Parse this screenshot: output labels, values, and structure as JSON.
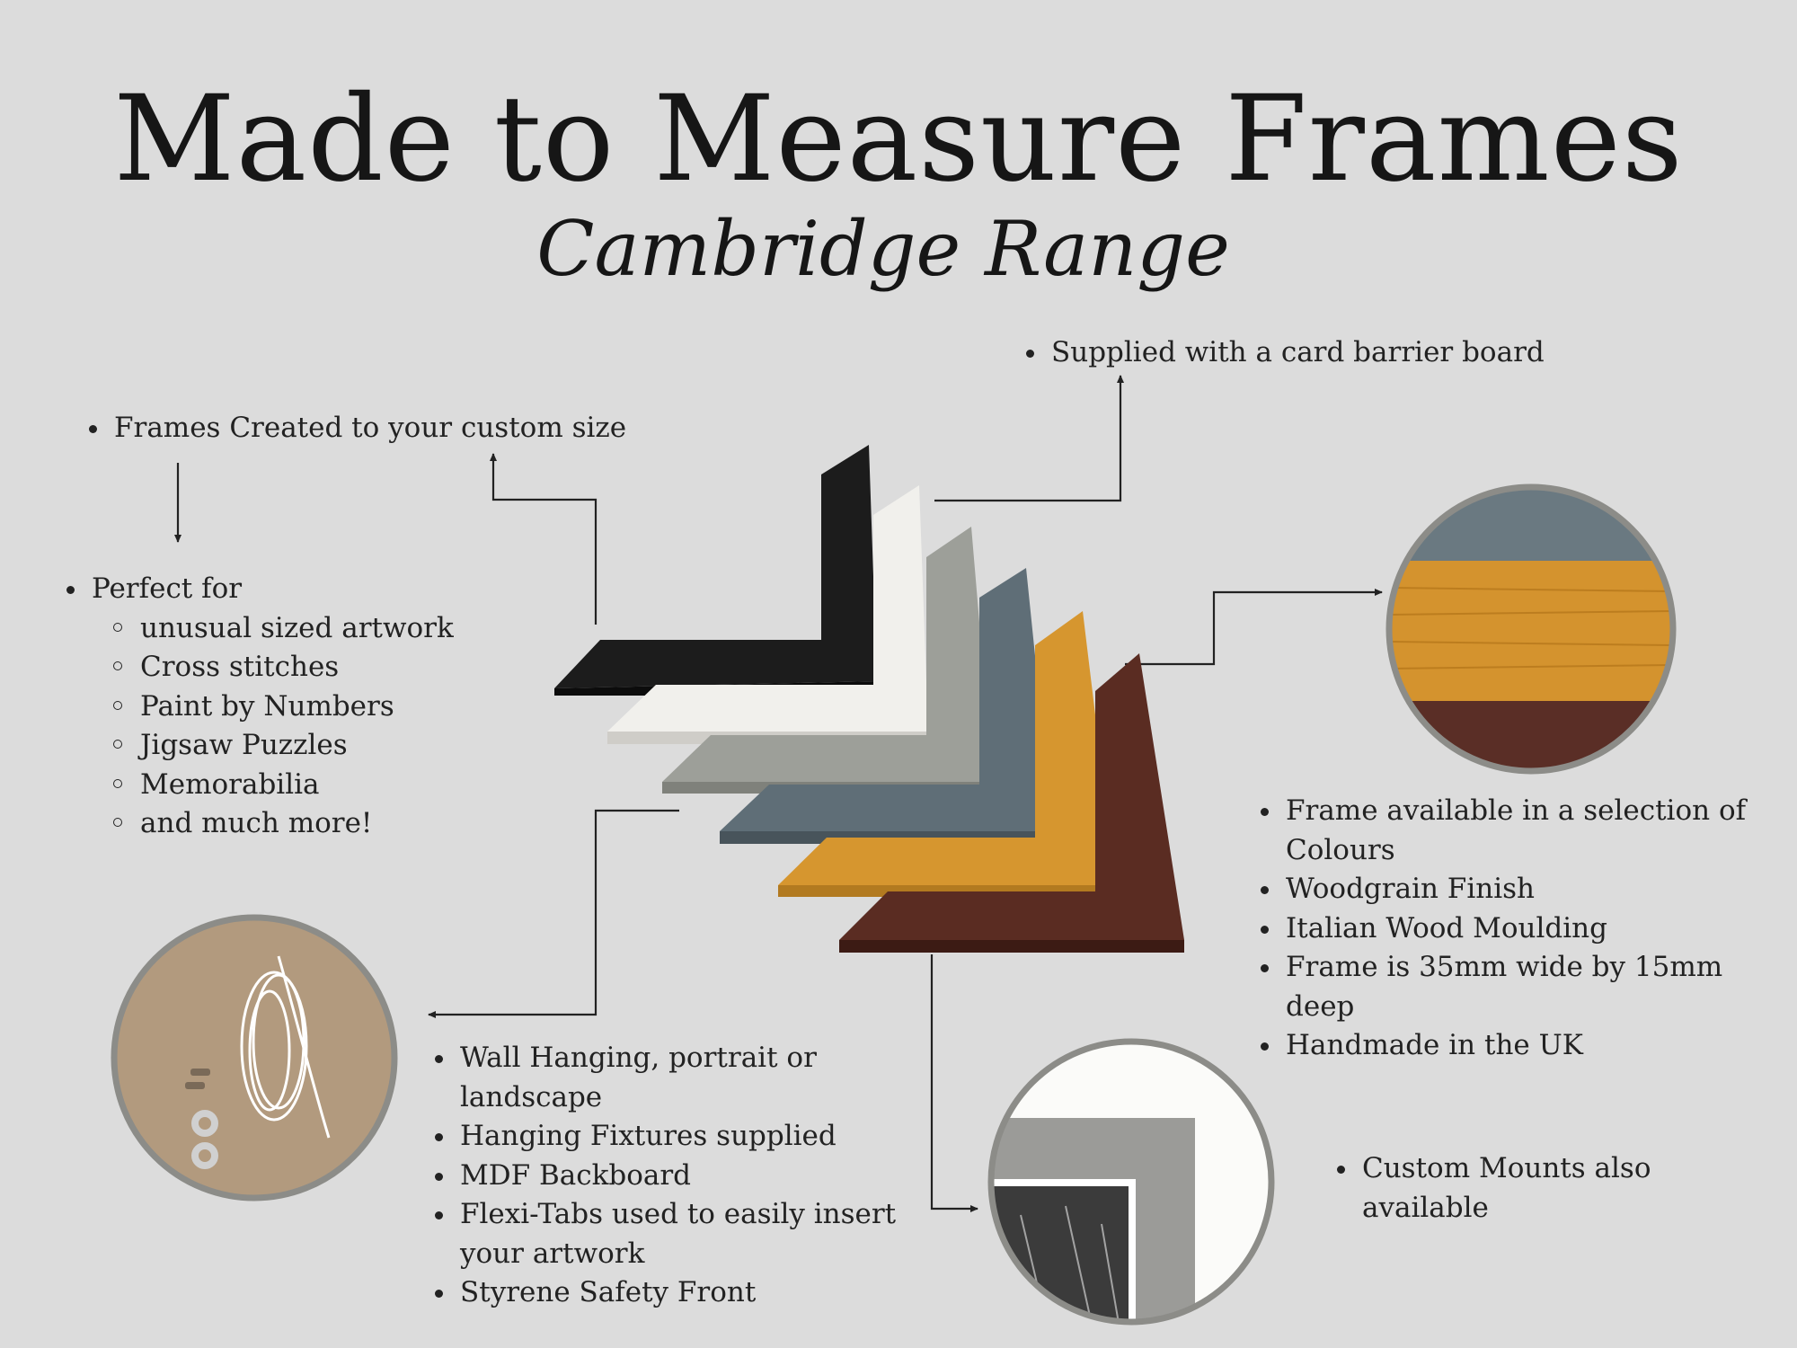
{
  "header": {
    "title": "Made to Measure Frames",
    "subtitle": "Cambridge Range"
  },
  "callouts": {
    "barrier_board": "Supplied with a card barrier board",
    "custom_size": "Frames Created to your custom size",
    "perfect_for": {
      "label": "Perfect for",
      "items": [
        "unusual sized artwork",
        "Cross stitches",
        "Paint by Numbers",
        "Jigsaw Puzzles",
        "Memorabilia",
        "and much more!"
      ]
    },
    "colours": [
      "Frame available in a selection of Colours",
      "Woodgrain Finish",
      "Italian Wood Moulding",
      "Frame is 35mm wide by 15mm deep",
      "Handmade in the UK"
    ],
    "hanging": [
      "Wall Hanging, portrait or landscape",
      "Hanging Fixtures supplied",
      "MDF Backboard",
      "Flexi-Tabs used to easily insert your artwork",
      "Styrene Safety Front"
    ],
    "mounts": "Custom Mounts also available"
  },
  "colors": {
    "background": "#dcdcdc",
    "frames": [
      "#1c1c1c",
      "#f1f0ec",
      "#9d9f99",
      "#5f6e77",
      "#d6962f",
      "#5a2c22"
    ]
  }
}
